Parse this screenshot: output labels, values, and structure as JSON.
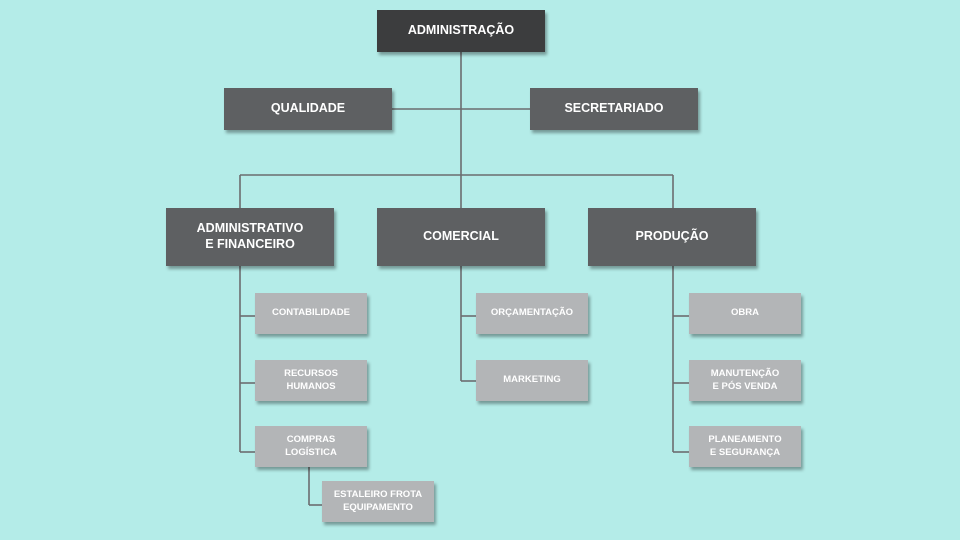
{
  "org_chart": {
    "root": "ADMINISTRAÇÃO",
    "staff": {
      "left": "QUALIDADE",
      "right": "SECRETARIADO"
    },
    "departments": {
      "admin_fin": "ADMINISTRATIVO\nE FINANCEIRO",
      "comercial": "COMERCIAL",
      "producao": "PRODUÇÃO"
    },
    "admin_fin_children": {
      "contabilidade": "CONTABILIDADE",
      "recursos_humanos": "RECURSOS\nHUMANOS",
      "compras": "COMPRAS\nLOGÍSTICA",
      "estaleiro": "ESTALEIRO FROTA\nEQUIPAMENTO"
    },
    "comercial_children": {
      "orcamentacao": "ORÇAMENTAÇÃO",
      "marketing": "MARKETING"
    },
    "producao_children": {
      "obra": "OBRA",
      "manutencao": "MANUTENÇÃO\nE PÓS VENDA",
      "planeamento": "PLANEAMENTO\nE SEGURANÇA"
    },
    "colors": {
      "background": "#b4ece8",
      "root_box": "#3c3d3e",
      "dept_box": "#5e6062",
      "sub_box": "#b3b5b7",
      "connector": "#6b6d6f"
    }
  }
}
